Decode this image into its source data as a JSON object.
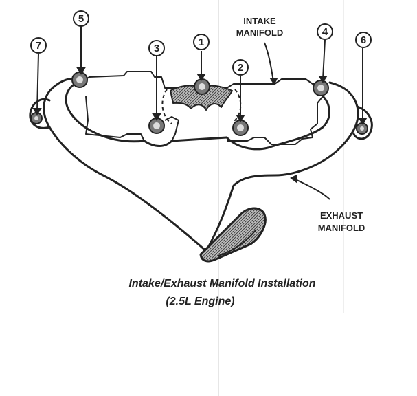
{
  "labels": {
    "intake_line1": "INTAKE",
    "intake_line2": "MANIFOLD",
    "exhaust_line1": "EXHAUST",
    "exhaust_line2": "MANIFOLD"
  },
  "callouts": [
    "1",
    "2",
    "3",
    "4",
    "5",
    "6",
    "7"
  ],
  "caption": {
    "line1": "Intake/Exhaust Manifold Installation",
    "line2": "(2.5L Engine)"
  },
  "colors": {
    "ink": "#222222",
    "hatch": "#555555",
    "paper": "#ffffff"
  }
}
